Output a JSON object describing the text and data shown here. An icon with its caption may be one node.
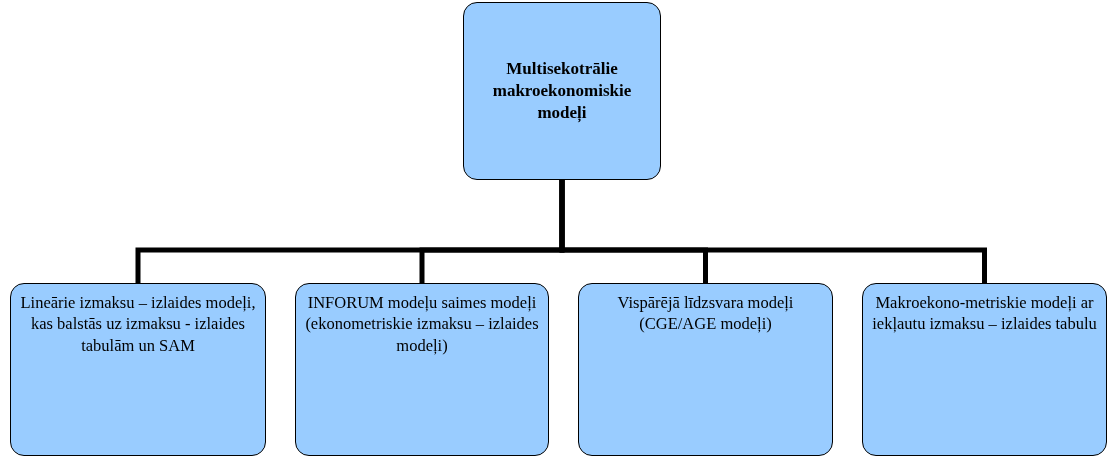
{
  "diagram": {
    "nodes": [
      {
        "text": [
          "Multisekotrālie makroekonomiskie modeļi"
        ]
      },
      {
        "text": [
          "Lineārie izmaksu – izlaides modeļi, kas balstās uz izmaksu - izlaides tabulām un SAM"
        ]
      },
      {
        "text": [
          "INFORUM modeļu saimes modeļi (ekonometriskie izmaksu – izlaides modeļi)"
        ]
      },
      {
        "text": [
          "Vispārējā līdzsvara modeļi (CGE/AGE modeļi)"
        ]
      },
      {
        "text": [
          "Makroekono-metriskie modeļi ar iekļautu izmaksu – izlaides tabulu"
        ]
      }
    ],
    "edges": [
      {
        "from": 0,
        "to": 1,
        "arrow": "none"
      },
      {
        "from": 0,
        "to": 2,
        "arrow": "none"
      },
      {
        "from": 0,
        "to": 3,
        "arrow": "none"
      },
      {
        "from": 0,
        "to": 4,
        "arrow": "none"
      }
    ]
  }
}
